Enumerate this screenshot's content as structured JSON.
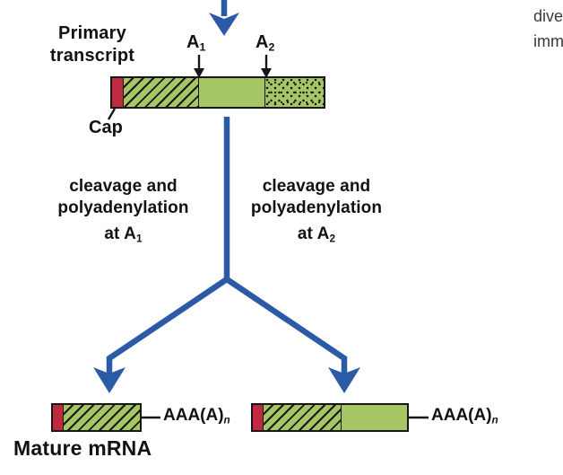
{
  "colors": {
    "arrow_blue": "#2b5aa7",
    "cap_red": "#c02a3e",
    "body_green": "#a6c666",
    "outline_black": "#161616",
    "adjacent_text_gray": "#3a3a3a"
  },
  "labels": {
    "primary_transcript": {
      "line1": "Primary",
      "line2": "transcript"
    },
    "cap": "Cap",
    "site_a1": {
      "base": "A",
      "sub": "1"
    },
    "site_a2": {
      "base": "A",
      "sub": "2"
    },
    "branch_left": {
      "line1": "cleavage and",
      "line2": "polyadenylation",
      "line3_base": "at A",
      "line3_sub": "1"
    },
    "branch_right": {
      "line1": "cleavage and",
      "line2": "polyadenylation",
      "line3_base": "at A",
      "line3_sub": "2"
    },
    "mature_mrna": "Mature mRNA",
    "polya_tail_left": {
      "base": "AAA(A)",
      "sub": "n"
    },
    "polya_tail_right": {
      "base": "AAA(A)",
      "sub": "n"
    },
    "adjacent_column_fragment": {
      "line1": "dive",
      "line2": "imm"
    }
  },
  "bars": {
    "primary_transcript": {
      "segments": [
        "cap",
        "hatched",
        "solid-green",
        "stippled"
      ]
    },
    "mature_mrna_at_a1": {
      "segments": [
        "cap",
        "hatched"
      ]
    },
    "mature_mrna_at_a2": {
      "segments": [
        "cap",
        "hatched",
        "solid-green"
      ]
    }
  }
}
